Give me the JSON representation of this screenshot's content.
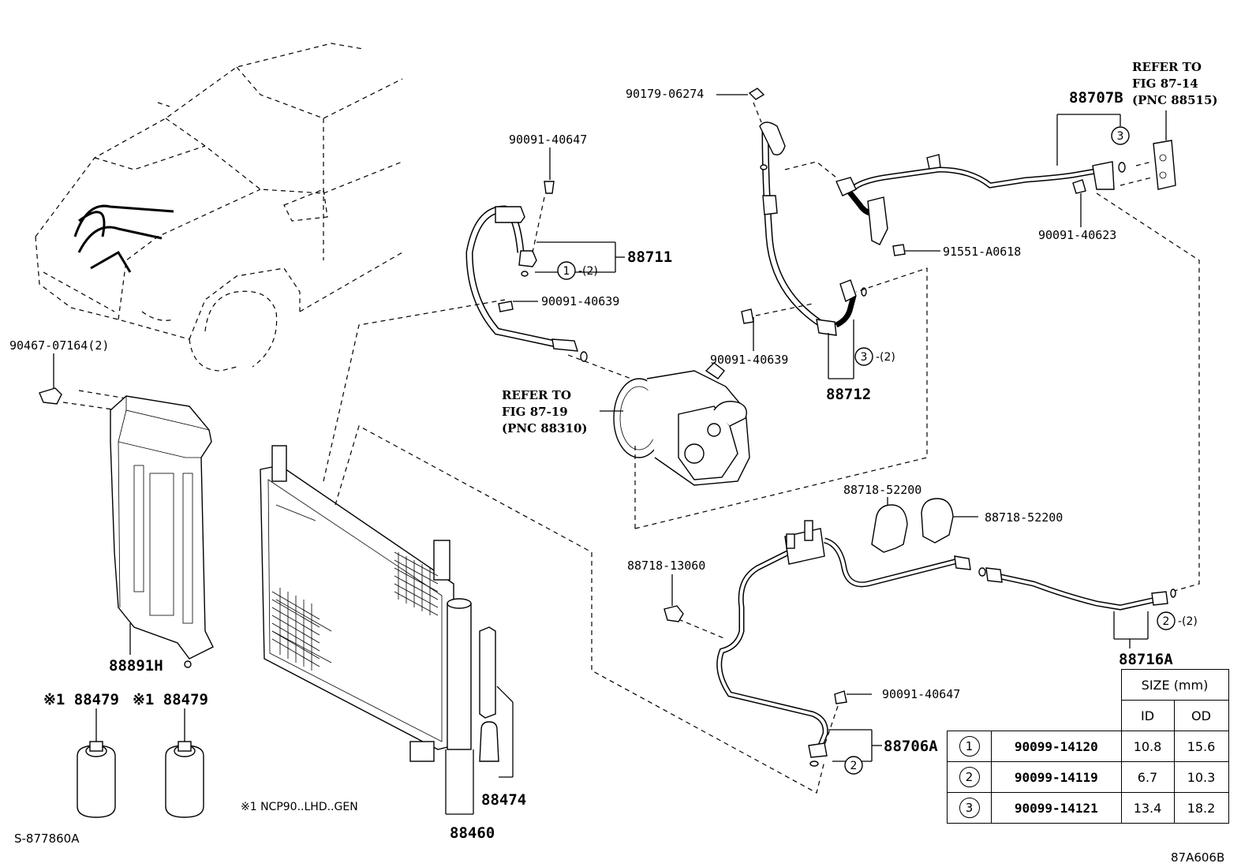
{
  "diagram_code": "S-877860A",
  "figure_code": "87A606B",
  "footnote": "※1 NCP90..LHD..GEN",
  "callouts": {
    "c90467": "90467-07164(2)",
    "c90091_40647_top": "90091-40647",
    "c88711": "88711",
    "c88711_seal": "-(2)",
    "c90091_40639_left": "90091-40639",
    "c90179": "90179-06274",
    "c90091_40639_mid": "90091-40639",
    "c88712": "88712",
    "c88712_seal": "-(2)",
    "c91551": "91551-A0618",
    "c88707b": "88707B",
    "c90091_40623": "90091-40623",
    "c88718_52200_a": "88718-52200",
    "c88718_52200_b": "88718-52200",
    "c88718_13060": "88718-13060",
    "c88716a": "88716A",
    "c88716a_seal": "-(2)",
    "c90091_40647_bottom": "90091-40647",
    "c88706a": "88706A",
    "c88891h": "88891H",
    "c88479_a": "※1 88479",
    "c88479_b": "※1 88479",
    "c88474": "88474",
    "c88460": "88460"
  },
  "refer_compressor": [
    "REFER TO",
    "FIG 87-19",
    "(PNC 88310)"
  ],
  "refer_valve": [
    "REFER TO",
    "FIG 87-14",
    "(PNC 88515)"
  ],
  "circle_marks": {
    "one": "1",
    "two": "2",
    "three": "3"
  },
  "size_table": {
    "header": "SIZE (mm)",
    "col_id": "ID",
    "col_od": "OD",
    "rows": [
      {
        "mark": "1",
        "part": "90099-14120",
        "id": "10.8",
        "od": "15.6"
      },
      {
        "mark": "2",
        "part": "90099-14119",
        "id": "6.7",
        "od": "10.3"
      },
      {
        "mark": "3",
        "part": "90099-14121",
        "id": "13.4",
        "od": "18.2"
      }
    ]
  }
}
